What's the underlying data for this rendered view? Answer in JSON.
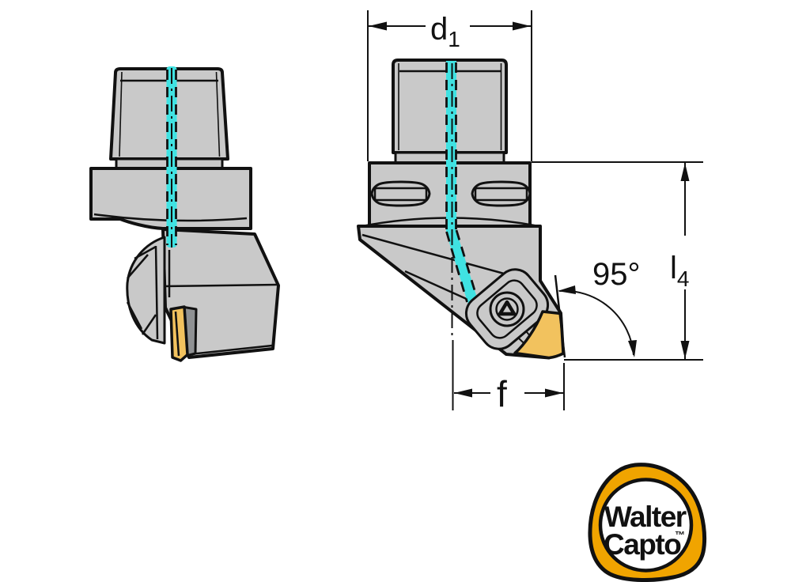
{
  "drawing": {
    "dimensions": {
      "d1": {
        "base": "d",
        "sub": "1"
      },
      "l4": {
        "base": "l",
        "sub": "4"
      },
      "f": {
        "label": "f"
      },
      "approach_angle": {
        "label": "95°"
      }
    },
    "logo": {
      "line1": "Walter",
      "line2": "Capto",
      "trademark": "™"
    },
    "colors": {
      "body_gray": "#c9c9c9",
      "clamp_gray": "#8f9193",
      "outline_black": "#111111",
      "coolant_cyan": "#40e2e2",
      "insert_gold": "#f2c25e",
      "logo_orange": "#f0a400",
      "background": "#ffffff"
    }
  }
}
